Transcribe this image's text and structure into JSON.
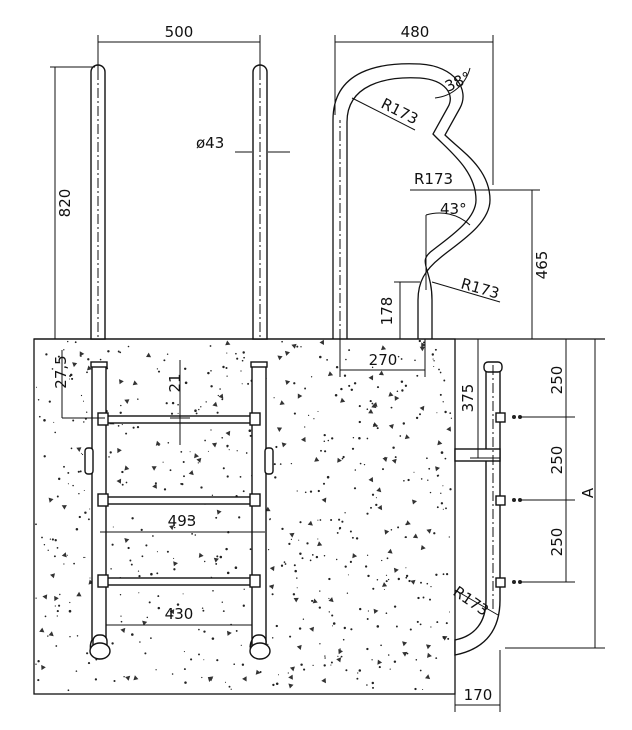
{
  "drawing": {
    "dimensions": {
      "width_front": "500",
      "width_side": "480",
      "height_above": "820",
      "tube_diameter": "ø43",
      "radius_top": "R173",
      "radius_mid": "R173",
      "radius_lower": "R173",
      "radius_bottom": "R173",
      "angle_top": "38°",
      "angle_mid": "43°",
      "height_465": "465",
      "height_178": "178",
      "offset_270": "270",
      "top_step_offset": "27,5",
      "step_thickness": "21",
      "step_outer_width": "493",
      "step_inner_width": "430",
      "anchor_depth": "375",
      "step_spacing_1": "250",
      "step_spacing_2": "250",
      "step_spacing_3": "250",
      "depth_variable": "A",
      "bottom_offset": "170"
    }
  }
}
